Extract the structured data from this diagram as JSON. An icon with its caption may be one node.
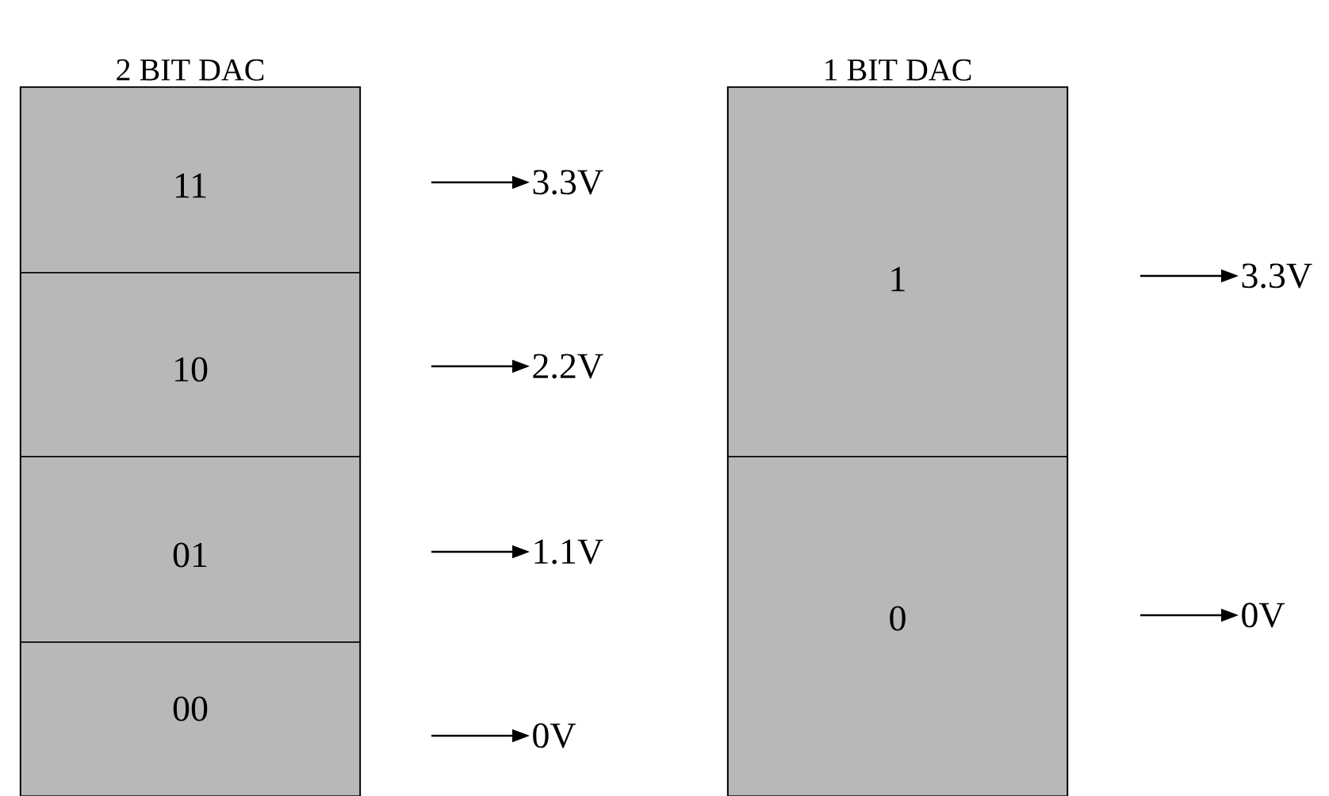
{
  "diagram": {
    "nodes": [
      {
        "text": [
          "2 BIT DAC"
        ]
      },
      {
        "text": [
          "11"
        ],
        "in": 0
      },
      {
        "text": [
          "10"
        ],
        "in": 0
      },
      {
        "text": [
          "01"
        ],
        "in": 0
      },
      {
        "text": [
          "00"
        ],
        "in": 0
      },
      {
        "text": [
          "3.3V"
        ]
      },
      {
        "text": [
          "2.2V"
        ]
      },
      {
        "text": [
          "1.1V"
        ]
      },
      {
        "text": [
          "0V"
        ]
      },
      {
        "text": [
          "1 BIT DAC"
        ]
      },
      {
        "text": [
          "1"
        ],
        "in": 9
      },
      {
        "text": [
          "0"
        ],
        "in": 9
      },
      {
        "text": [
          "3.3V"
        ]
      },
      {
        "text": [
          "0V"
        ]
      }
    ],
    "edges": [
      {
        "from": null,
        "to": 5,
        "arrow": "to"
      },
      {
        "from": null,
        "to": 6,
        "arrow": "to"
      },
      {
        "from": null,
        "to": 7,
        "arrow": "to"
      },
      {
        "from": null,
        "to": 8,
        "arrow": "to"
      },
      {
        "from": null,
        "to": 12,
        "arrow": "to"
      },
      {
        "from": null,
        "to": 13,
        "arrow": "to"
      }
    ]
  }
}
